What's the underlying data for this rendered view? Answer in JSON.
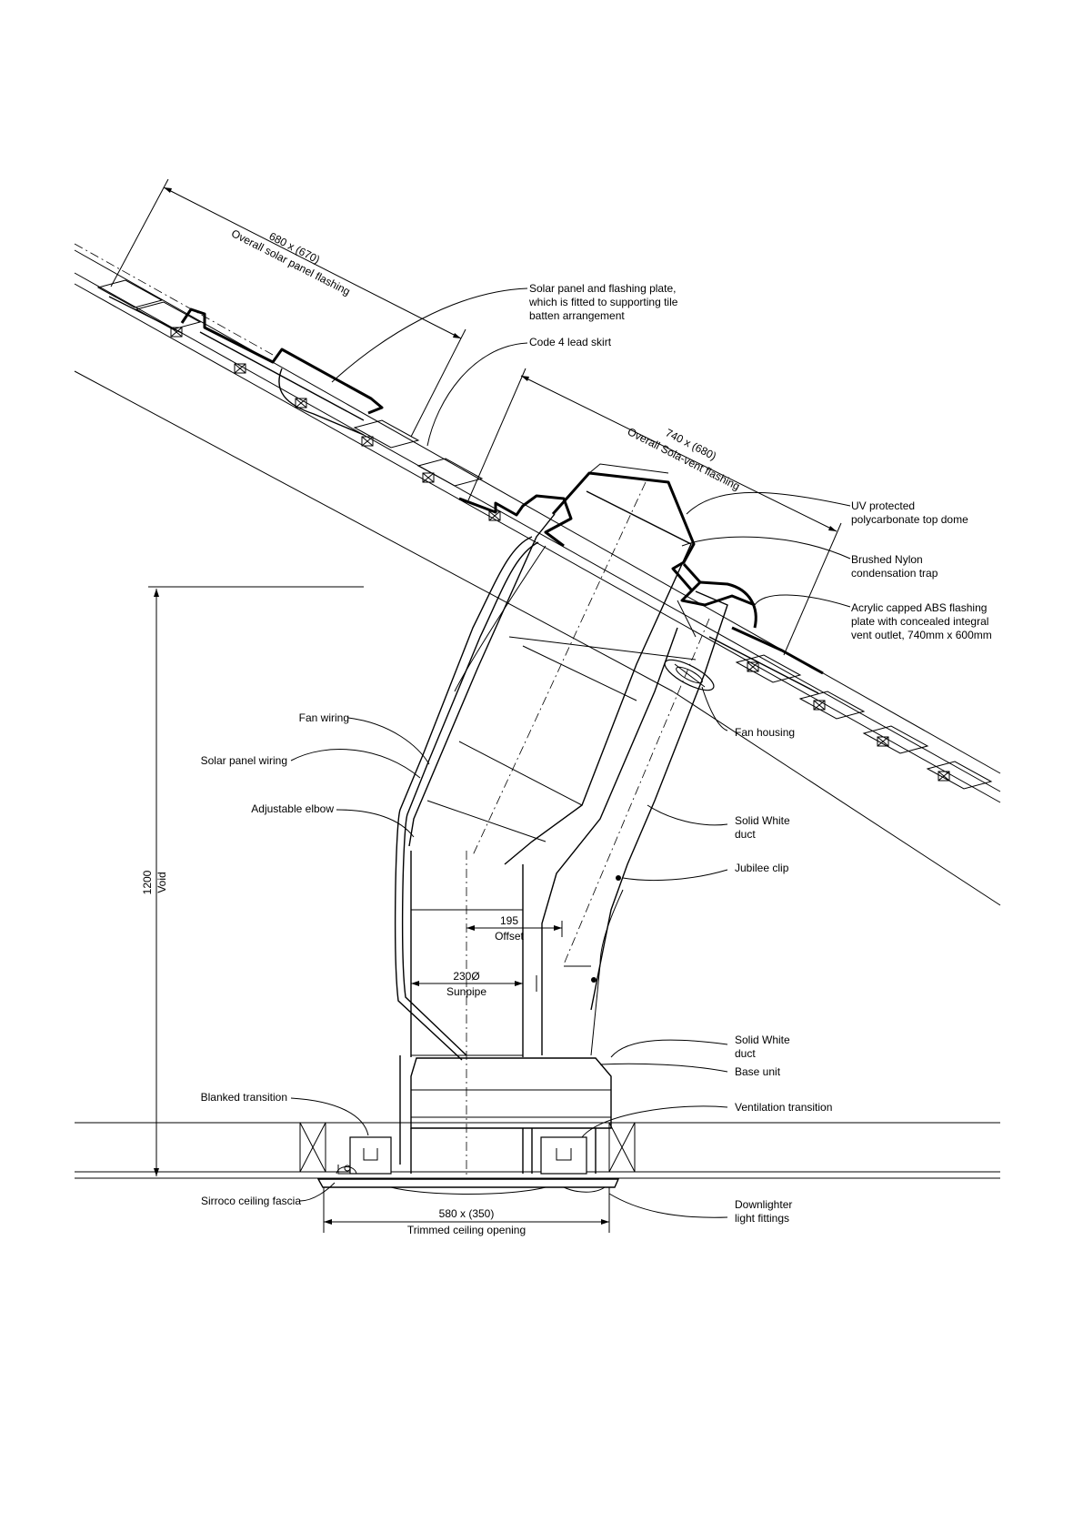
{
  "dimensions": {
    "solar_flashing": {
      "value": "680 x (670)",
      "label": "Overall solar panel flashing"
    },
    "solavent_flashing": {
      "value": "740 x (680)",
      "label": "Overall Sola-vent flashing"
    },
    "void": {
      "value": "1200",
      "label": "Void"
    },
    "offset": {
      "value": "195",
      "label": "Offset"
    },
    "sunpipe": {
      "value": "230Ø",
      "label": "Sunpipe"
    },
    "ceiling_opening": {
      "value": "580 x (350)",
      "label": "Trimmed ceiling opening"
    }
  },
  "callouts": {
    "solar_panel_plate": [
      "Solar panel and flashing plate,",
      "which is fitted to supporting tile",
      "batten arrangement"
    ],
    "lead_skirt": [
      "Code 4 lead skirt"
    ],
    "uv_dome": [
      "UV protected",
      "polycarbonate top dome"
    ],
    "nylon_trap": [
      "Brushed Nylon",
      "condensation trap"
    ],
    "abs_flashing": [
      "Acrylic capped ABS flashing",
      "plate with concealed integral",
      "vent outlet, 740mm x 600mm"
    ],
    "fan_wiring": [
      "Fan wiring"
    ],
    "solar_panel_wiring": [
      "Solar panel wiring"
    ],
    "fan_housing": [
      "Fan housing"
    ],
    "adjustable_elbow": [
      "Adjustable elbow"
    ],
    "solid_white_duct_upper": [
      "Solid White",
      "duct"
    ],
    "jubilee_clip": [
      "Jubilee clip"
    ],
    "solid_white_duct_lower": [
      "Solid White",
      "duct"
    ],
    "base_unit": [
      "Base unit"
    ],
    "blanked_transition": [
      "Blanked transition"
    ],
    "ventilation_transition": [
      "Ventilation transition"
    ],
    "sirroco_fascia": [
      "Sirroco ceiling fascia"
    ],
    "downlighter": [
      "Downlighter",
      "light fittings"
    ]
  }
}
